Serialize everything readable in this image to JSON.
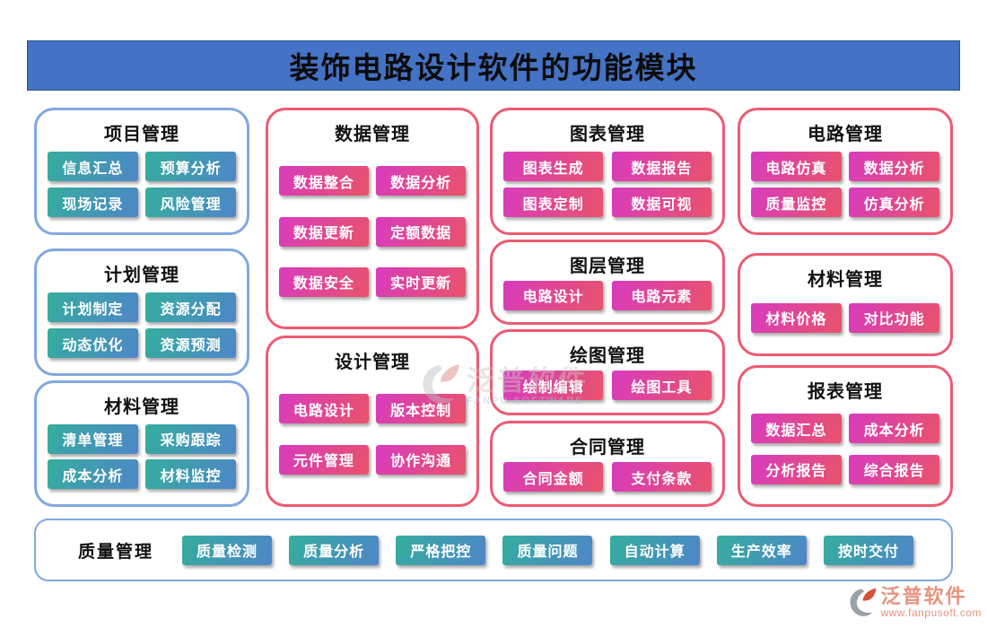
{
  "title": "装饰电路设计软件的功能模块",
  "colors": {
    "title_bg": "#4472C4",
    "blue_border": "#7FA8E0",
    "pink_border": "#EE5A70",
    "teal_start": "#35AD9E",
    "teal_end": "#4E86C8",
    "pink_start": "#D83BBE",
    "pink_end": "#E9536A",
    "logo_coral": "#E8937E"
  },
  "cards": [
    {
      "id": "project-management",
      "title": "项目管理",
      "color": "blue",
      "buttons": [
        "信息汇总",
        "预算分析",
        "现场记录",
        "风险管理"
      ]
    },
    {
      "id": "plan-management",
      "title": "计划管理",
      "color": "blue",
      "buttons": [
        "计划制定",
        "资源分配",
        "动态优化",
        "资源预测"
      ]
    },
    {
      "id": "material-management-left",
      "title": "材料管理",
      "color": "blue",
      "buttons": [
        "清单管理",
        "采购跟踪",
        "成本分析",
        "材料监控"
      ]
    },
    {
      "id": "data-management",
      "title": "数据管理",
      "color": "pink",
      "buttons": [
        "数据整合",
        "数据分析",
        "数据更新",
        "定额数据",
        "数据安全",
        "实时更新"
      ]
    },
    {
      "id": "design-management",
      "title": "设计管理",
      "color": "pink",
      "buttons": [
        "电路设计",
        "版本控制",
        "元件管理",
        "协作沟通"
      ]
    },
    {
      "id": "chart-management",
      "title": "图表管理",
      "color": "pink",
      "buttons": [
        "图表生成",
        "数据报告",
        "图表定制",
        "数据可视"
      ]
    },
    {
      "id": "layer-management",
      "title": "图层管理",
      "color": "pink",
      "buttons": [
        "电路设计",
        "电路元素"
      ]
    },
    {
      "id": "drawing-management",
      "title": "绘图管理",
      "color": "pink",
      "buttons": [
        "绘制编辑",
        "绘图工具"
      ]
    },
    {
      "id": "contract-management",
      "title": "合同管理",
      "color": "pink",
      "buttons": [
        "合同金额",
        "支付条款"
      ]
    },
    {
      "id": "circuit-management",
      "title": "电路管理",
      "color": "pink",
      "buttons": [
        "电路仿真",
        "数据分析",
        "质量监控",
        "仿真分析"
      ]
    },
    {
      "id": "material-management-right",
      "title": "材料管理",
      "color": "pink",
      "buttons": [
        "材料价格",
        "对比功能"
      ]
    },
    {
      "id": "report-management",
      "title": "报表管理",
      "color": "pink",
      "buttons": [
        "数据汇总",
        "成本分析",
        "分析报告",
        "综合报告"
      ]
    }
  ],
  "bottom_bar": {
    "title": "质量管理",
    "buttons": [
      "质量检测",
      "质量分析",
      "严格把控",
      "质量问题",
      "自动计算",
      "生产效率",
      "按时交付"
    ]
  },
  "watermark": {
    "text": "泛普软件",
    "subtext": "FANPU SOFTWARE"
  },
  "footer_logo": {
    "name": "泛普软件",
    "url": "www.fanpusoft.com"
  }
}
